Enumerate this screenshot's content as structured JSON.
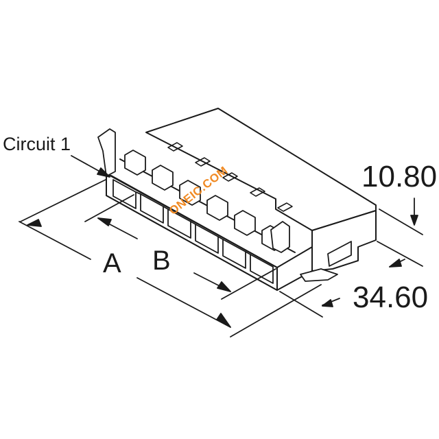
{
  "labels": {
    "circuit": "Circuit 1",
    "dim_a": "A",
    "dim_b": "B",
    "height": "10.80",
    "depth": "34.60"
  },
  "watermark": "ONEIC.COM",
  "colors": {
    "line": "#1a1a1a",
    "watermark": "#f08a24",
    "background": "#ffffff"
  }
}
